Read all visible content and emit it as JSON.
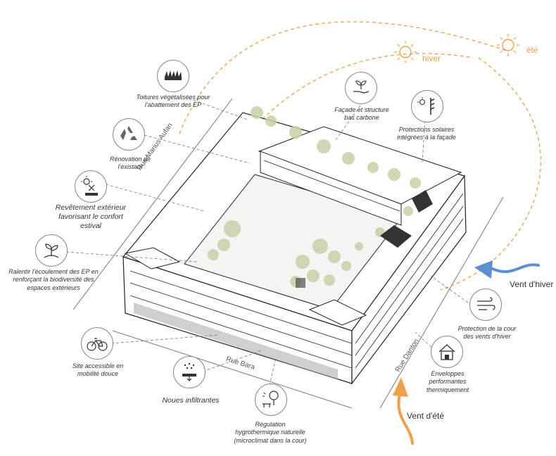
{
  "features": {
    "toitures": "Toitures végétalisées pour\nl'abattement des EP",
    "renovation": "Rénovation de\nl'existant",
    "revetement": "Revêtement extérieur\nfavorisant le confort\nestival",
    "ecoulement": "Ralentir l'écoulement des EP en\nrenforçant la biodiversité des\nespaces extérieurs",
    "mobilite": "Site accessible en\nmobilité douce",
    "noues": "Noues infiltrantes",
    "regulation": "Régulation\nhygrothermique naturelle\n(microclimat dans la cour)",
    "facade": "Façade et structure\nbas carbone",
    "protections": "Protections solaires\nintégrées à la façade",
    "protection_vents": "Protection de la cour\ndes vents d'hiver",
    "enveloppes": "Enveloppes\nperformantes\nthermiquement"
  },
  "streets": {
    "marius": "Rue Marius Aufan",
    "bara": "Rue Bara",
    "danton": "Rue Danton"
  },
  "seasons": {
    "hiver": "hiver",
    "ete": "été"
  },
  "winds": {
    "hiver": "Vent d'hiver",
    "ete": "Vent d'été"
  },
  "colors": {
    "sun": "#f0a04a",
    "summer_wind": "#f0a04a",
    "winter_wind": "#5b8fd0",
    "vegetation": "#c9cfa8",
    "line": "#222222"
  },
  "icons": [
    "green-roof-icon",
    "recycle-icon",
    "sun-surface-icon",
    "plant-hand-icon",
    "bicycle-icon",
    "rain-infiltration-icon",
    "microclimate-icon",
    "hand-plant-icon",
    "sun-shade-icon",
    "wind-icon",
    "house-icon"
  ]
}
